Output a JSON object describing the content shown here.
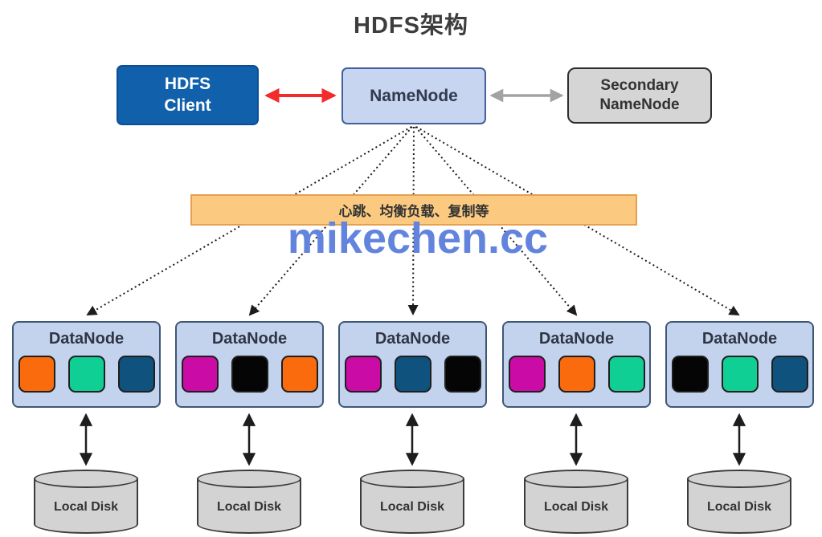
{
  "title": "HDFS架构",
  "nodes": {
    "hdfs_client": {
      "line1": "HDFS",
      "line2": "Client"
    },
    "namenode": {
      "label": "NameNode"
    },
    "secondary_namenode": {
      "line1": "Secondary",
      "line2": "NameNode"
    }
  },
  "banner": {
    "label": "心跳、均衡负载、复制等"
  },
  "watermark": {
    "label": "mikechen.cc"
  },
  "colors": {
    "client_arrow": "#f42b2b",
    "secondary_arrow": "#a3a3a3",
    "dotted_line": "#1d1d1d",
    "block_orange": "#f96b0c",
    "block_green": "#10cf94",
    "block_darkblue": "#0f527e",
    "block_magenta": "#ca0ba6",
    "block_black": "#050505"
  },
  "datanodes": [
    {
      "label": "DataNode",
      "blocks": [
        "#f96b0c",
        "#10cf94",
        "#0f527e"
      ]
    },
    {
      "label": "DataNode",
      "blocks": [
        "#ca0ba6",
        "#050505",
        "#f96b0c"
      ]
    },
    {
      "label": "DataNode",
      "blocks": [
        "#ca0ba6",
        "#0f527e",
        "#050505"
      ]
    },
    {
      "label": "DataNode",
      "blocks": [
        "#ca0ba6",
        "#f96b0c",
        "#10cf94"
      ]
    },
    {
      "label": "DataNode",
      "blocks": [
        "#050505",
        "#10cf94",
        "#0f527e"
      ]
    }
  ],
  "local_disks": [
    {
      "label": "Local Disk"
    },
    {
      "label": "Local Disk"
    },
    {
      "label": "Local Disk"
    },
    {
      "label": "Local Disk"
    },
    {
      "label": "Local Disk"
    }
  ]
}
